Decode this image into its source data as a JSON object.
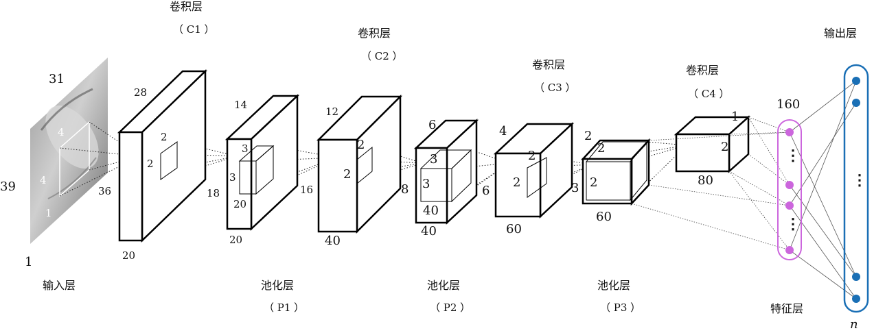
{
  "colors": {
    "feature": "#cc66dd",
    "output": "#1a6fb5",
    "line": "#111111"
  },
  "input": {
    "title": "输入层",
    "dims": {
      "top": "31",
      "left": "39",
      "bottom": "1",
      "side": "36"
    },
    "window": {
      "w": "4",
      "h": "4",
      "d": "1"
    }
  },
  "c1": {
    "title": "卷积层",
    "code": "（ C1 ）",
    "dims": {
      "a": "28",
      "b": "18",
      "c": "20"
    },
    "kernel": {
      "a": "2",
      "b": "2"
    }
  },
  "p1": {
    "title": "池化层",
    "code": "（ P1 ）",
    "dims": {
      "a": "14",
      "b": "16",
      "c": "20"
    },
    "inner": {
      "a": "3",
      "b": "3",
      "c": "20"
    }
  },
  "c2": {
    "title": "卷积层",
    "code": "（ C2 ）",
    "dims": {
      "a": "12",
      "b": "8",
      "c": "40"
    },
    "kernel": {
      "a": "2",
      "b": "2"
    }
  },
  "p2": {
    "title": "池化层",
    "code": "（ P2 ）",
    "dims": {
      "a": "6",
      "b": "6",
      "c": "40"
    },
    "inner": {
      "a": "3",
      "b": "3",
      "c": "40"
    }
  },
  "c3": {
    "title": "卷积层",
    "code": "（ C3 ）",
    "dims": {
      "a": "4",
      "b": "3",
      "c": "60"
    },
    "kernel": {
      "a": "2",
      "b": "2"
    }
  },
  "p3": {
    "title": "池化层",
    "code": "（ P3 ）",
    "dims": {
      "a": "2",
      "b": "60"
    },
    "inner": {
      "a": "2",
      "b": "2"
    }
  },
  "c4": {
    "title": "卷积层",
    "code": "（ C4 ）",
    "dims": {
      "a": "1",
      "b": "2",
      "c": "80"
    }
  },
  "feature": {
    "title": "特征层",
    "count": "160",
    "dots": "⋮"
  },
  "output": {
    "title": "输出层",
    "count": "n",
    "dots": "⋮"
  }
}
